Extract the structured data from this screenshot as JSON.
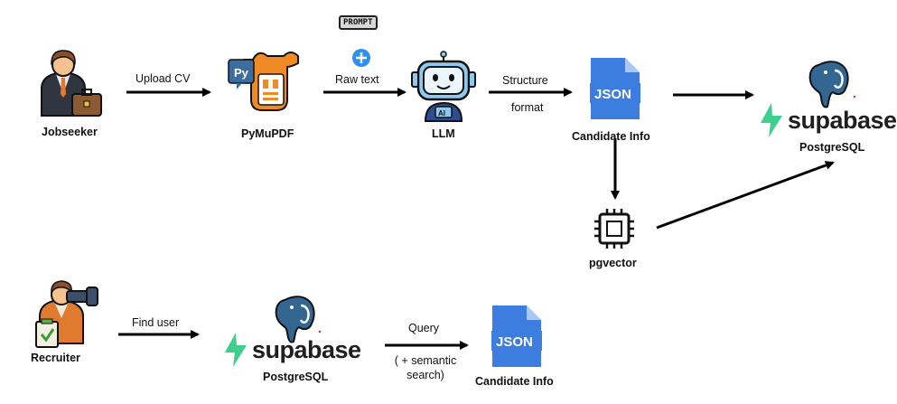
{
  "nodes": {
    "jobseeker": "Jobseeker",
    "pymupdf": "PyMuPDF",
    "llm": "LLM",
    "candidate_info_top": "Candidate Info",
    "postgres_top": "PostgreSQL",
    "pgvector": "pgvector",
    "recruiter": "Recruiter",
    "postgres_bottom": "PostgreSQL",
    "candidate_info_bottom": "Candidate Info"
  },
  "edges": {
    "upload_cv": "Upload CV",
    "raw_text": "Raw text",
    "structure_line1": "Structure",
    "structure_line2": "format",
    "find_user": "Find user",
    "query": "Query",
    "semantic_line1": "( + semantic",
    "semantic_line2": "search)"
  },
  "badges": {
    "prompt": "PROMPT",
    "json_top": "JSON",
    "json_bottom": "JSON",
    "supabase_top": "supabase",
    "supabase_bottom": "supabase",
    "py_logo": "Py",
    "ai_chip": "AI"
  },
  "colors": {
    "json_blue": "#3d7de0",
    "json_fold": "#a9c8f5",
    "supabase_green": "#3ecf8e",
    "pymupdf_orange": "#f08a24",
    "python_blue": "#3b6e9e",
    "prompt_plus": "#2f8ff0",
    "postgres_blue": "#336791"
  }
}
